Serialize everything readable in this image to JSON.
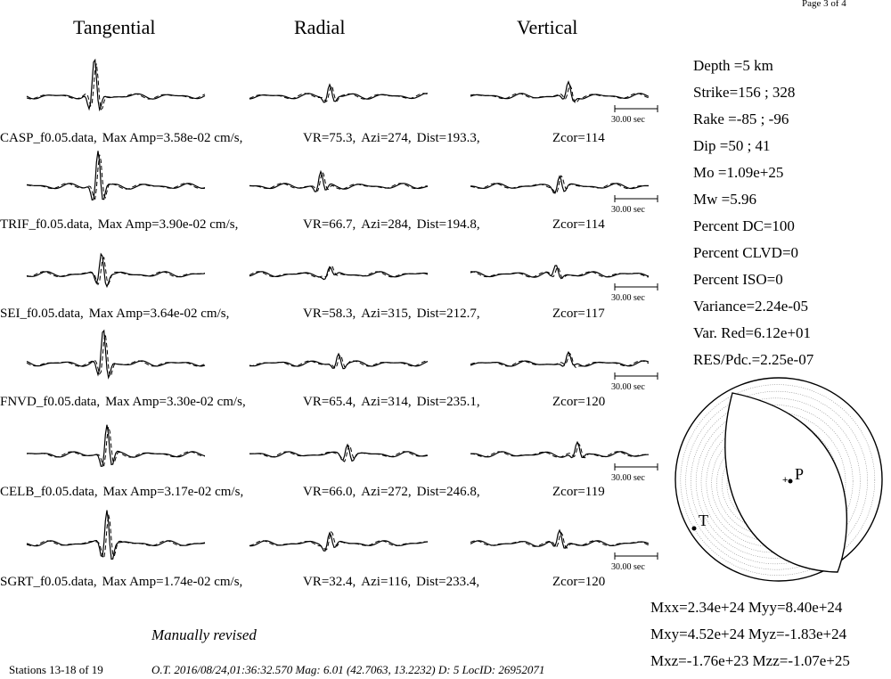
{
  "page_label": "Page 3 of 4",
  "columns": [
    "Tangential",
    "Radial",
    "Vertical"
  ],
  "scale_label": "30.00 sec",
  "stations": [
    {
      "name": "CASP_f0.05.data,",
      "amp": "Max Amp=3.58e-02 cm/s,",
      "vr": "VR=75.3,",
      "azi": "Azi=274,",
      "dist": "Dist=193.3,",
      "zcor": "Zcor=114"
    },
    {
      "name": "TRIF_f0.05.data,",
      "amp": "Max Amp=3.90e-02 cm/s,",
      "vr": "VR=66.7,",
      "azi": "Azi=284,",
      "dist": "Dist=194.8,",
      "zcor": "Zcor=114"
    },
    {
      "name": "SEI_f0.05.data,",
      "amp": "Max Amp=3.64e-02 cm/s,",
      "vr": "VR=58.3,",
      "azi": "Azi=315,",
      "dist": "Dist=212.7,",
      "zcor": "Zcor=117"
    },
    {
      "name": "FNVD_f0.05.data,",
      "amp": "Max Amp=3.30e-02 cm/s,",
      "vr": "VR=65.4,",
      "azi": "Azi=314,",
      "dist": "Dist=235.1,",
      "zcor": "Zcor=120"
    },
    {
      "name": "CELB_f0.05.data,",
      "amp": "Max Amp=3.17e-02 cm/s,",
      "vr": "VR=66.0,",
      "azi": "Azi=272,",
      "dist": "Dist=246.8,",
      "zcor": "Zcor=119"
    },
    {
      "name": "SGRT_f0.05.data,",
      "amp": "Max Amp=1.74e-02 cm/s,",
      "vr": "VR=32.4,",
      "azi": "Azi=116,",
      "dist": "Dist=233.4,",
      "zcor": "Zcor=120"
    }
  ],
  "params": [
    "Depth =5 km",
    "Strike=156 ; 328",
    "Rake  =-85 ; -96",
    "Dip   =50 ; 41",
    "Mo    =1.09e+25",
    "Mw    =5.96",
    "Percent DC=100",
    "Percent CLVD=0",
    "Percent ISO=0",
    "Variance=2.24e-05",
    "Var. Red=6.12e+01",
    "RES/Pdc.=2.25e-07"
  ],
  "beachball": {
    "p_label": "P",
    "t_label": "T"
  },
  "moment_tensor": [
    "Mxx=2.34e+24 Myy=8.40e+24",
    "Mxy=4.52e+24 Myz=-1.83e+24",
    "Mxz=-1.76e+23 Mzz=-1.07e+25"
  ],
  "note": "Manually revised",
  "footer": {
    "stations": "Stations 13-18 of 19",
    "origin": "O.T. 2016/08/24,01:36:32.570  Mag: 6.01  (42.7063, 13.2232)  D: 5  LocID: 26952071"
  }
}
